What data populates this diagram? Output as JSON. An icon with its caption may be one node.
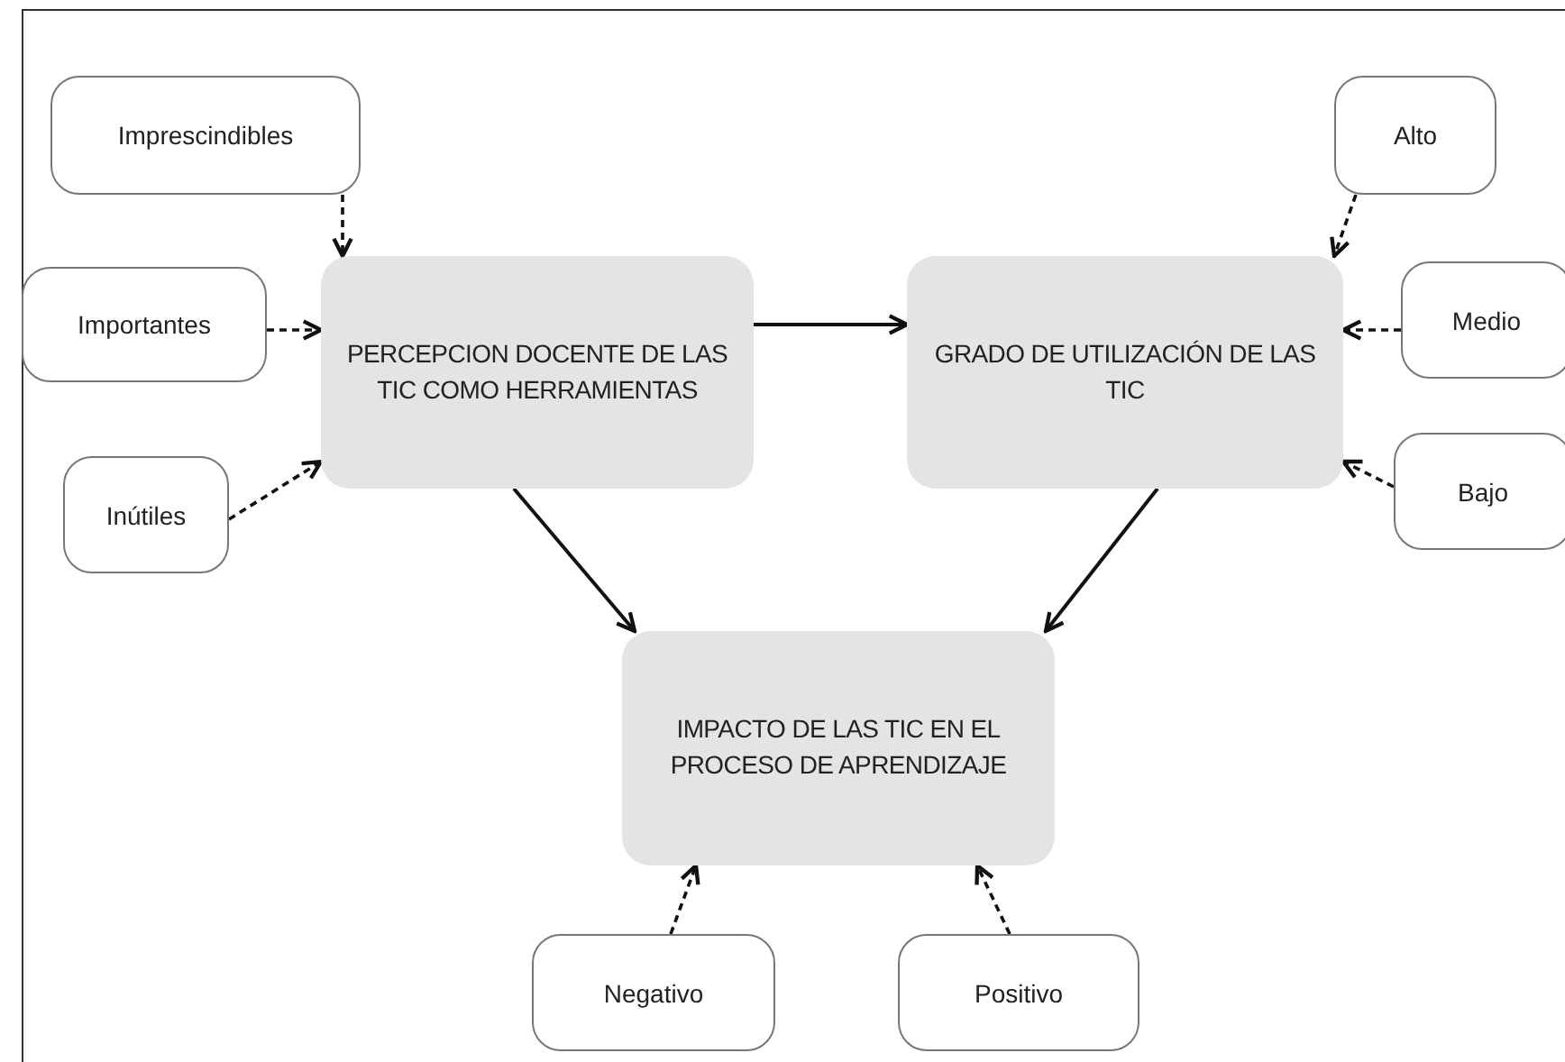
{
  "diagram": {
    "nodes": [
      {
        "text": [
          "PERCEPCION DOCENTE DE LAS TIC COMO HERRAMIENTAS"
        ]
      },
      {
        "text": [
          "GRADO DE UTILIZACIÓN DE LAS TIC"
        ]
      },
      {
        "text": [
          "IMPACTO DE LAS TIC EN EL PROCESO DE APRENDIZAJE"
        ]
      },
      {
        "text": [
          "Imprescindibles"
        ]
      },
      {
        "text": [
          "Importantes"
        ]
      },
      {
        "text": [
          "Inútiles"
        ]
      },
      {
        "text": [
          "Alto"
        ]
      },
      {
        "text": [
          "Medio"
        ]
      },
      {
        "text": [
          "Bajo"
        ]
      },
      {
        "text": [
          "Negativo"
        ]
      },
      {
        "text": [
          "Positivo"
        ]
      }
    ],
    "edges": [
      {
        "from": 0,
        "to": 1,
        "arrow": "to"
      },
      {
        "from": 0,
        "to": 2,
        "arrow": "to"
      },
      {
        "from": 1,
        "to": 2,
        "arrow": "to"
      },
      {
        "from": 3,
        "to": 0,
        "arrow": "to",
        "style": "dashed"
      },
      {
        "from": 4,
        "to": 0,
        "arrow": "to",
        "style": "dashed"
      },
      {
        "from": 5,
        "to": 0,
        "arrow": "to",
        "style": "dashed"
      },
      {
        "from": 6,
        "to": 1,
        "arrow": "to",
        "style": "dashed"
      },
      {
        "from": 7,
        "to": 1,
        "arrow": "to",
        "style": "dashed"
      },
      {
        "from": 8,
        "to": 1,
        "arrow": "to",
        "style": "dashed"
      },
      {
        "from": 9,
        "to": 2,
        "arrow": "to",
        "style": "dashed"
      },
      {
        "from": 10,
        "to": 2,
        "arrow": "to",
        "style": "dashed"
      }
    ]
  }
}
